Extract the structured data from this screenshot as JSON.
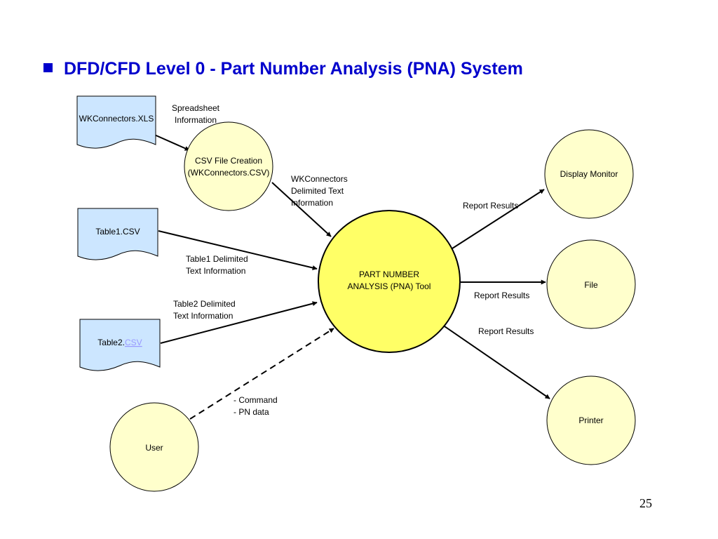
{
  "slide": {
    "title": "DFD/CFD Level 0 - Part Number Analysis (PNA) System",
    "page_number": "25"
  },
  "colors": {
    "title": "#0000cc",
    "document_fill": "#cce6ff",
    "process_fill": "#ffffcc",
    "central_process_fill": "#ffff66",
    "link": "#9999ff"
  },
  "diagram": {
    "sources": {
      "wkconnectors_xls": "WKConnectors.XLS",
      "table1_csv": "Table1.CSV",
      "table2_csv_prefix": "Table2.",
      "table2_csv_link": "CSV"
    },
    "processes": {
      "csv_file_creation": [
        "CSV File Creation",
        "(WKConnectors.CSV)"
      ],
      "pna_tool": [
        "PART NUMBER",
        "ANALYSIS (PNA)  Tool"
      ],
      "user": "User"
    },
    "sinks": {
      "display_monitor": "Display Monitor",
      "file": "File",
      "printer": "Printer"
    },
    "flows": {
      "spreadsheet_info": [
        "Spreadsheet",
        "Information"
      ],
      "wkconnectors_delimited": [
        "WKConnectors",
        "Delimited Text",
        "Information"
      ],
      "table1_delimited": [
        "Table1 Delimited",
        "Text Information"
      ],
      "table2_delimited": [
        "Table2 Delimited",
        "Text Information"
      ],
      "user_command": [
        "- Command",
        "- PN data"
      ],
      "report_results_monitor": "Report Results",
      "report_results_file": "Report Results",
      "report_results_printer": "Report Results"
    }
  }
}
